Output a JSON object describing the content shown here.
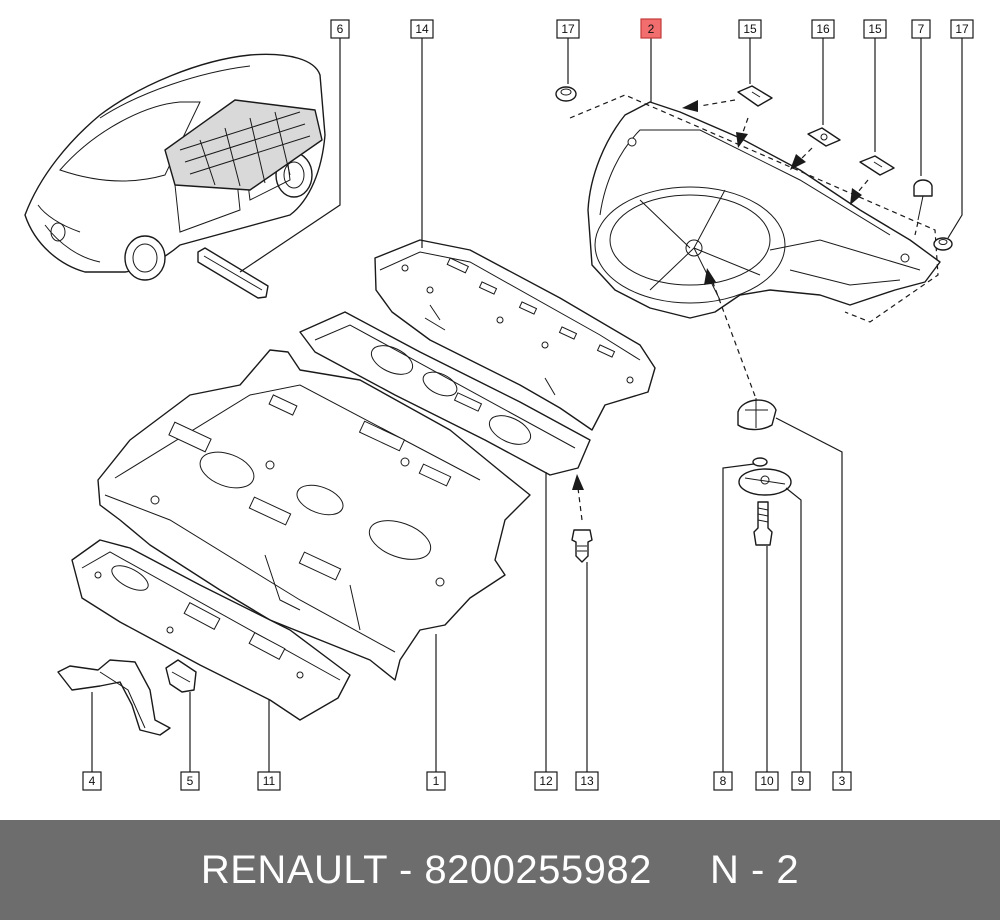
{
  "diagram": {
    "callouts": [
      {
        "id": "c6",
        "label": "6",
        "highlight": false
      },
      {
        "id": "c14",
        "label": "14",
        "highlight": false
      },
      {
        "id": "c17a",
        "label": "17",
        "highlight": false
      },
      {
        "id": "c2",
        "label": "2",
        "highlight": true
      },
      {
        "id": "c15a",
        "label": "15",
        "highlight": false
      },
      {
        "id": "c16",
        "label": "16",
        "highlight": false
      },
      {
        "id": "c15b",
        "label": "15",
        "highlight": false
      },
      {
        "id": "c7",
        "label": "7",
        "highlight": false
      },
      {
        "id": "c17b",
        "label": "17",
        "highlight": false
      },
      {
        "id": "c4",
        "label": "4",
        "highlight": false
      },
      {
        "id": "c5",
        "label": "5",
        "highlight": false
      },
      {
        "id": "c11",
        "label": "11",
        "highlight": false
      },
      {
        "id": "c1",
        "label": "1",
        "highlight": false
      },
      {
        "id": "c12",
        "label": "12",
        "highlight": false
      },
      {
        "id": "c13",
        "label": "13",
        "highlight": false
      },
      {
        "id": "c8",
        "label": "8",
        "highlight": false
      },
      {
        "id": "c10",
        "label": "10",
        "highlight": false
      },
      {
        "id": "c9",
        "label": "9",
        "highlight": false
      },
      {
        "id": "c3",
        "label": "3",
        "highlight": false
      }
    ],
    "colors": {
      "highlight_fill": "#f26e6e",
      "footer_background": "#6d6d6d",
      "footer_text": "#ffffff",
      "line": "#1a1a1a"
    }
  },
  "footer": {
    "text": "RENAULT - 8200255982     N - 2"
  }
}
